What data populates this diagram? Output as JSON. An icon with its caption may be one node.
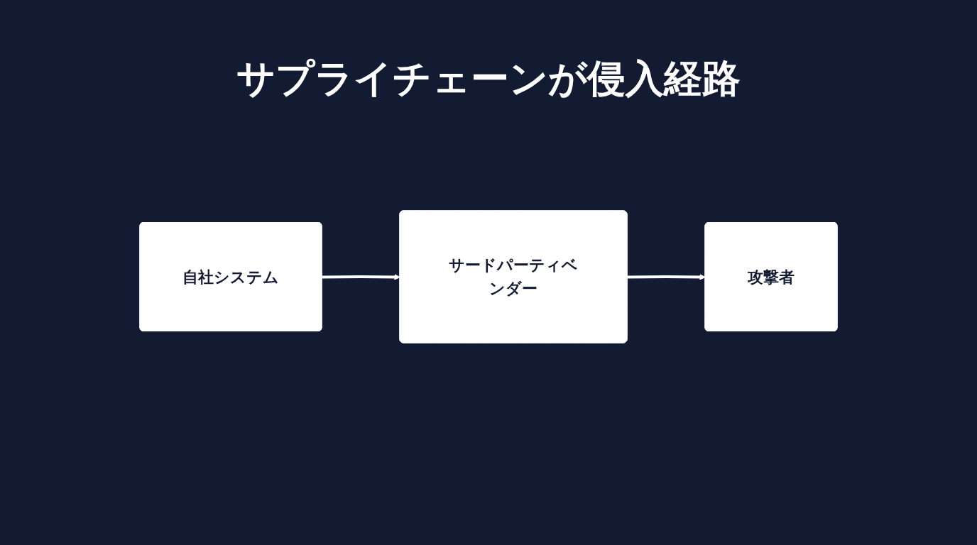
{
  "diagram": {
    "title": "サプライチェーンが侵入経路",
    "nodes": [
      {
        "text": [
          "自社システム"
        ]
      },
      {
        "text": [
          "サードパーティベンダー"
        ]
      },
      {
        "text": [
          "攻撃者"
        ]
      }
    ],
    "edges": [
      {
        "from": 0,
        "to": 1,
        "arrow": "to"
      },
      {
        "from": 1,
        "to": 2,
        "arrow": "to"
      }
    ]
  }
}
